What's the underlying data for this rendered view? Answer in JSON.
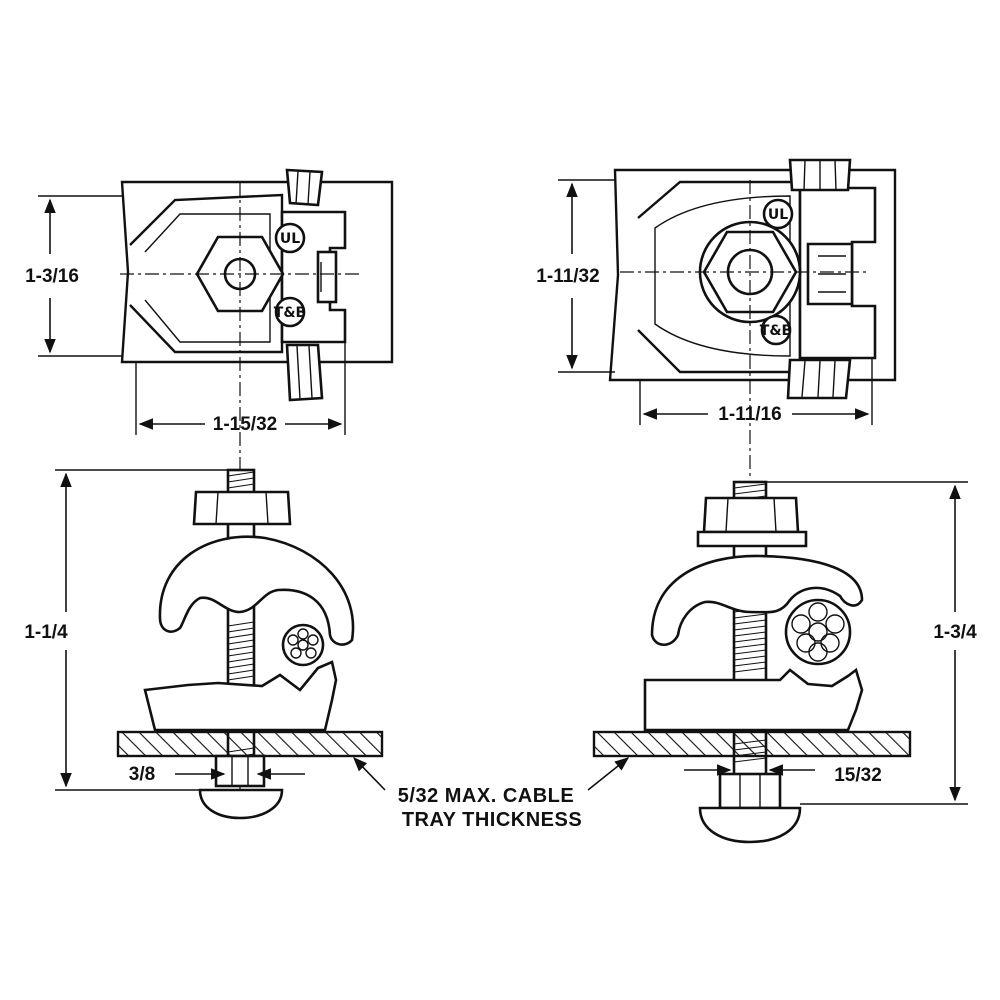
{
  "dimensions": {
    "left_top_height": "1-3/16",
    "left_top_width": "1-15/32",
    "right_top_height": "1-11/32",
    "right_top_width": "1-11/16",
    "left_side_height": "1-1/4",
    "left_bolt_width": "3/8",
    "right_side_height": "1-3/4",
    "right_bolt_width": "15/32"
  },
  "note": {
    "line1": "5/32 MAX. CABLE",
    "line2": "TRAY THICKNESS"
  },
  "markings": {
    "ul": "UL",
    "maker": "T&B"
  }
}
